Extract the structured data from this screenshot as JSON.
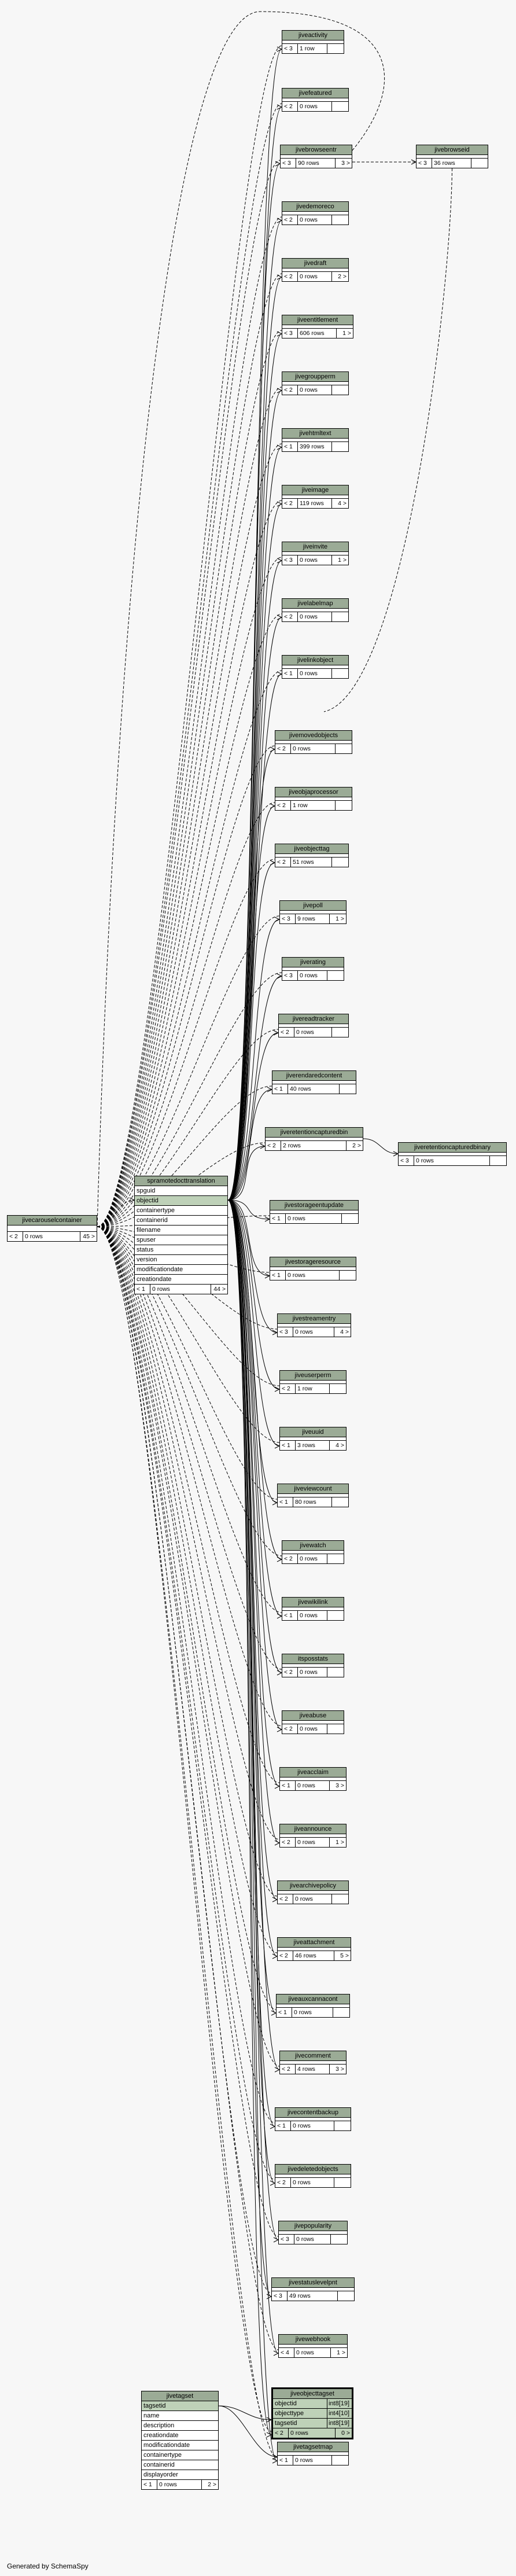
{
  "footer": "Generated by SchemaSpy",
  "tables": {
    "jiveactivity": {
      "name": "jiveactivity",
      "parents": "< 3",
      "rows": "1 row",
      "children": ""
    },
    "jivefeatured": {
      "name": "jivefeatured",
      "parents": "< 2",
      "rows": "0 rows",
      "children": ""
    },
    "jivebrowseentr": {
      "name": "jivebrowseentr",
      "parents": "< 3",
      "rows": "90 rows",
      "children": "3 >"
    },
    "jivebrowseid": {
      "name": "jivebrowseid",
      "parents": "< 3",
      "rows": "36 rows",
      "children": ""
    },
    "jivedemoreco": {
      "name": "jivedemoreco",
      "parents": "< 2",
      "rows": "0 rows",
      "children": ""
    },
    "jivedraft": {
      "name": "jivedraft",
      "parents": "< 2",
      "rows": "0 rows",
      "children": "2 >"
    },
    "jiveentitlement": {
      "name": "jiveentitlement",
      "parents": "< 3",
      "rows": "606 rows",
      "children": "1 >"
    },
    "jivegroupperm": {
      "name": "jivegroupperm",
      "parents": "< 2",
      "rows": "0 rows",
      "children": ""
    },
    "jivehtmltext": {
      "name": "jivehtmltext",
      "parents": "< 1",
      "rows": "399 rows",
      "children": ""
    },
    "jiveimage": {
      "name": "jiveimage",
      "parents": "< 2",
      "rows": "119 rows",
      "children": "4 >"
    },
    "jiveinvite": {
      "name": "jiveinvite",
      "parents": "< 3",
      "rows": "0 rows",
      "children": "1 >"
    },
    "jivelabelmap": {
      "name": "jivelabelmap",
      "parents": "< 2",
      "rows": "0 rows",
      "children": ""
    },
    "jivelinkobject": {
      "name": "jivelinkobject",
      "parents": "< 1",
      "rows": "0 rows",
      "children": ""
    },
    "jivemovedobjects": {
      "name": "jivemovedobjects",
      "parents": "< 2",
      "rows": "0 rows",
      "children": ""
    },
    "jiveobjaprocessor": {
      "name": "jiveobjaprocessor",
      "parents": "< 2",
      "rows": "1 row",
      "children": ""
    },
    "jiveobjecttag": {
      "name": "jiveobjecttag",
      "parents": "< 2",
      "rows": "51 rows",
      "children": ""
    },
    "jivepoll": {
      "name": "jivepoll",
      "parents": "< 3",
      "rows": "9 rows",
      "children": "1 >"
    },
    "jiverating": {
      "name": "jiverating",
      "parents": "< 3",
      "rows": "0 rows",
      "children": ""
    },
    "jivereadtracker": {
      "name": "jivereadtracker",
      "parents": "< 2",
      "rows": "0 rows",
      "children": ""
    },
    "jiverendaredcontent": {
      "name": "jiverendaredcontent",
      "parents": "< 1",
      "rows": "40 rows",
      "children": ""
    },
    "jiveretentioncapturedbin": {
      "name": "jiveretentioncapturedbin",
      "parents": "< 2",
      "rows": "2 rows",
      "children": "2 >"
    },
    "jiveretentioncapturedbinary": {
      "name": "jiveretentioncapturedbinary",
      "parents": "< 3",
      "rows": "0 rows",
      "children": ""
    },
    "jivestorageentupdate": {
      "name": "jivestorageentupdate",
      "parents": "< 1",
      "rows": "0 rows",
      "children": ""
    },
    "jivestorageresource": {
      "name": "jivestorageresource",
      "parents": "< 1",
      "rows": "0 rows",
      "children": ""
    },
    "jivestreamentry": {
      "name": "jivestreamentry",
      "parents": "< 3",
      "rows": "0 rows",
      "children": "4 >"
    },
    "jiveuserperm": {
      "name": "jiveuserperm",
      "parents": "< 2",
      "rows": "1 row",
      "children": ""
    },
    "jiveuuid": {
      "name": "jiveuuid",
      "parents": "< 1",
      "rows": "3 rows",
      "children": "4 >"
    },
    "jiveviewcount": {
      "name": "jiveviewcount",
      "parents": "< 1",
      "rows": "80 rows",
      "children": ""
    },
    "jivewatch": {
      "name": "jivewatch",
      "parents": "< 2",
      "rows": "0 rows",
      "children": ""
    },
    "jivewikilink": {
      "name": "jivewikilink",
      "parents": "< 1",
      "rows": "0 rows",
      "children": ""
    },
    "itsposstats": {
      "name": "itsposstats",
      "parents": "< 2",
      "rows": "0 rows",
      "children": ""
    },
    "jiveabuse": {
      "name": "jiveabuse",
      "parents": "< 2",
      "rows": "0 rows",
      "children": ""
    },
    "jiveacclaim": {
      "name": "jiveacclaim",
      "parents": "< 1",
      "rows": "0 rows",
      "children": "3 >"
    },
    "jiveannounce": {
      "name": "jiveannounce",
      "parents": "< 2",
      "rows": "0 rows",
      "children": "1 >"
    },
    "jivearchivepolicy": {
      "name": "jivearchivepolicy",
      "parents": "< 2",
      "rows": "0 rows",
      "children": ""
    },
    "jiveattachment": {
      "name": "jiveattachment",
      "parents": "< 2",
      "rows": "46 rows",
      "children": "5 >"
    },
    "jiveauxcannacont": {
      "name": "jiveauxcannacont",
      "parents": "< 1",
      "rows": "0 rows",
      "children": ""
    },
    "jivecomment": {
      "name": "jivecomment",
      "parents": "< 2",
      "rows": "4 rows",
      "children": "3 >"
    },
    "jivecontentbackup": {
      "name": "jivecontentbackup",
      "parents": "< 1",
      "rows": "0 rows",
      "children": ""
    },
    "jivedeletedobjects": {
      "name": "jivedeletedobjects",
      "parents": "< 2",
      "rows": "0 rows",
      "children": ""
    },
    "jivepopularity": {
      "name": "jivepopularity",
      "parents": "< 3",
      "rows": "0 rows",
      "children": ""
    },
    "jivestatuslevelpnt": {
      "name": "jivestatuslevelpnt",
      "parents": "< 3",
      "rows": "49 rows",
      "children": ""
    },
    "jivewebhook": {
      "name": "jivewebhook",
      "parents": "< 4",
      "rows": "0 rows",
      "children": "1 >"
    },
    "jivetagsetmap": {
      "name": "jivetagsetmap",
      "parents": "< 1",
      "rows": "0 rows",
      "children": ""
    },
    "jivecarouselcontainer": {
      "name": "jivecarouselcontainer",
      "parents": "< 2",
      "rows": "0 rows",
      "children": "45 >"
    }
  },
  "spramotedocttranslation": {
    "name": "spramotedocttranslation",
    "columns": [
      "spguid",
      "objectid",
      "containertype",
      "containerid",
      "filename",
      "spuser",
      "status",
      "version",
      "modificationdate",
      "creationdate"
    ],
    "parents": "< 1",
    "rows": "0 rows",
    "children": "44 >"
  },
  "jiveobjecttagset": {
    "name": "jiveobjecttagset",
    "columns": [
      {
        "name": "objectid",
        "type": "int8[19]"
      },
      {
        "name": "objecttype",
        "type": "int4[10]"
      },
      {
        "name": "tagsetid",
        "type": "int8[19]"
      }
    ],
    "parents": "< 2",
    "rows": "0 rows",
    "children": "0 >"
  },
  "jivetagset": {
    "name": "jivetagset",
    "columns": [
      "tagsetid",
      "name",
      "description",
      "creationdate",
      "modificationdate",
      "containertype",
      "containerid",
      "displayorder"
    ],
    "parents": "< 1",
    "rows": "0 rows",
    "children": "2 >"
  }
}
